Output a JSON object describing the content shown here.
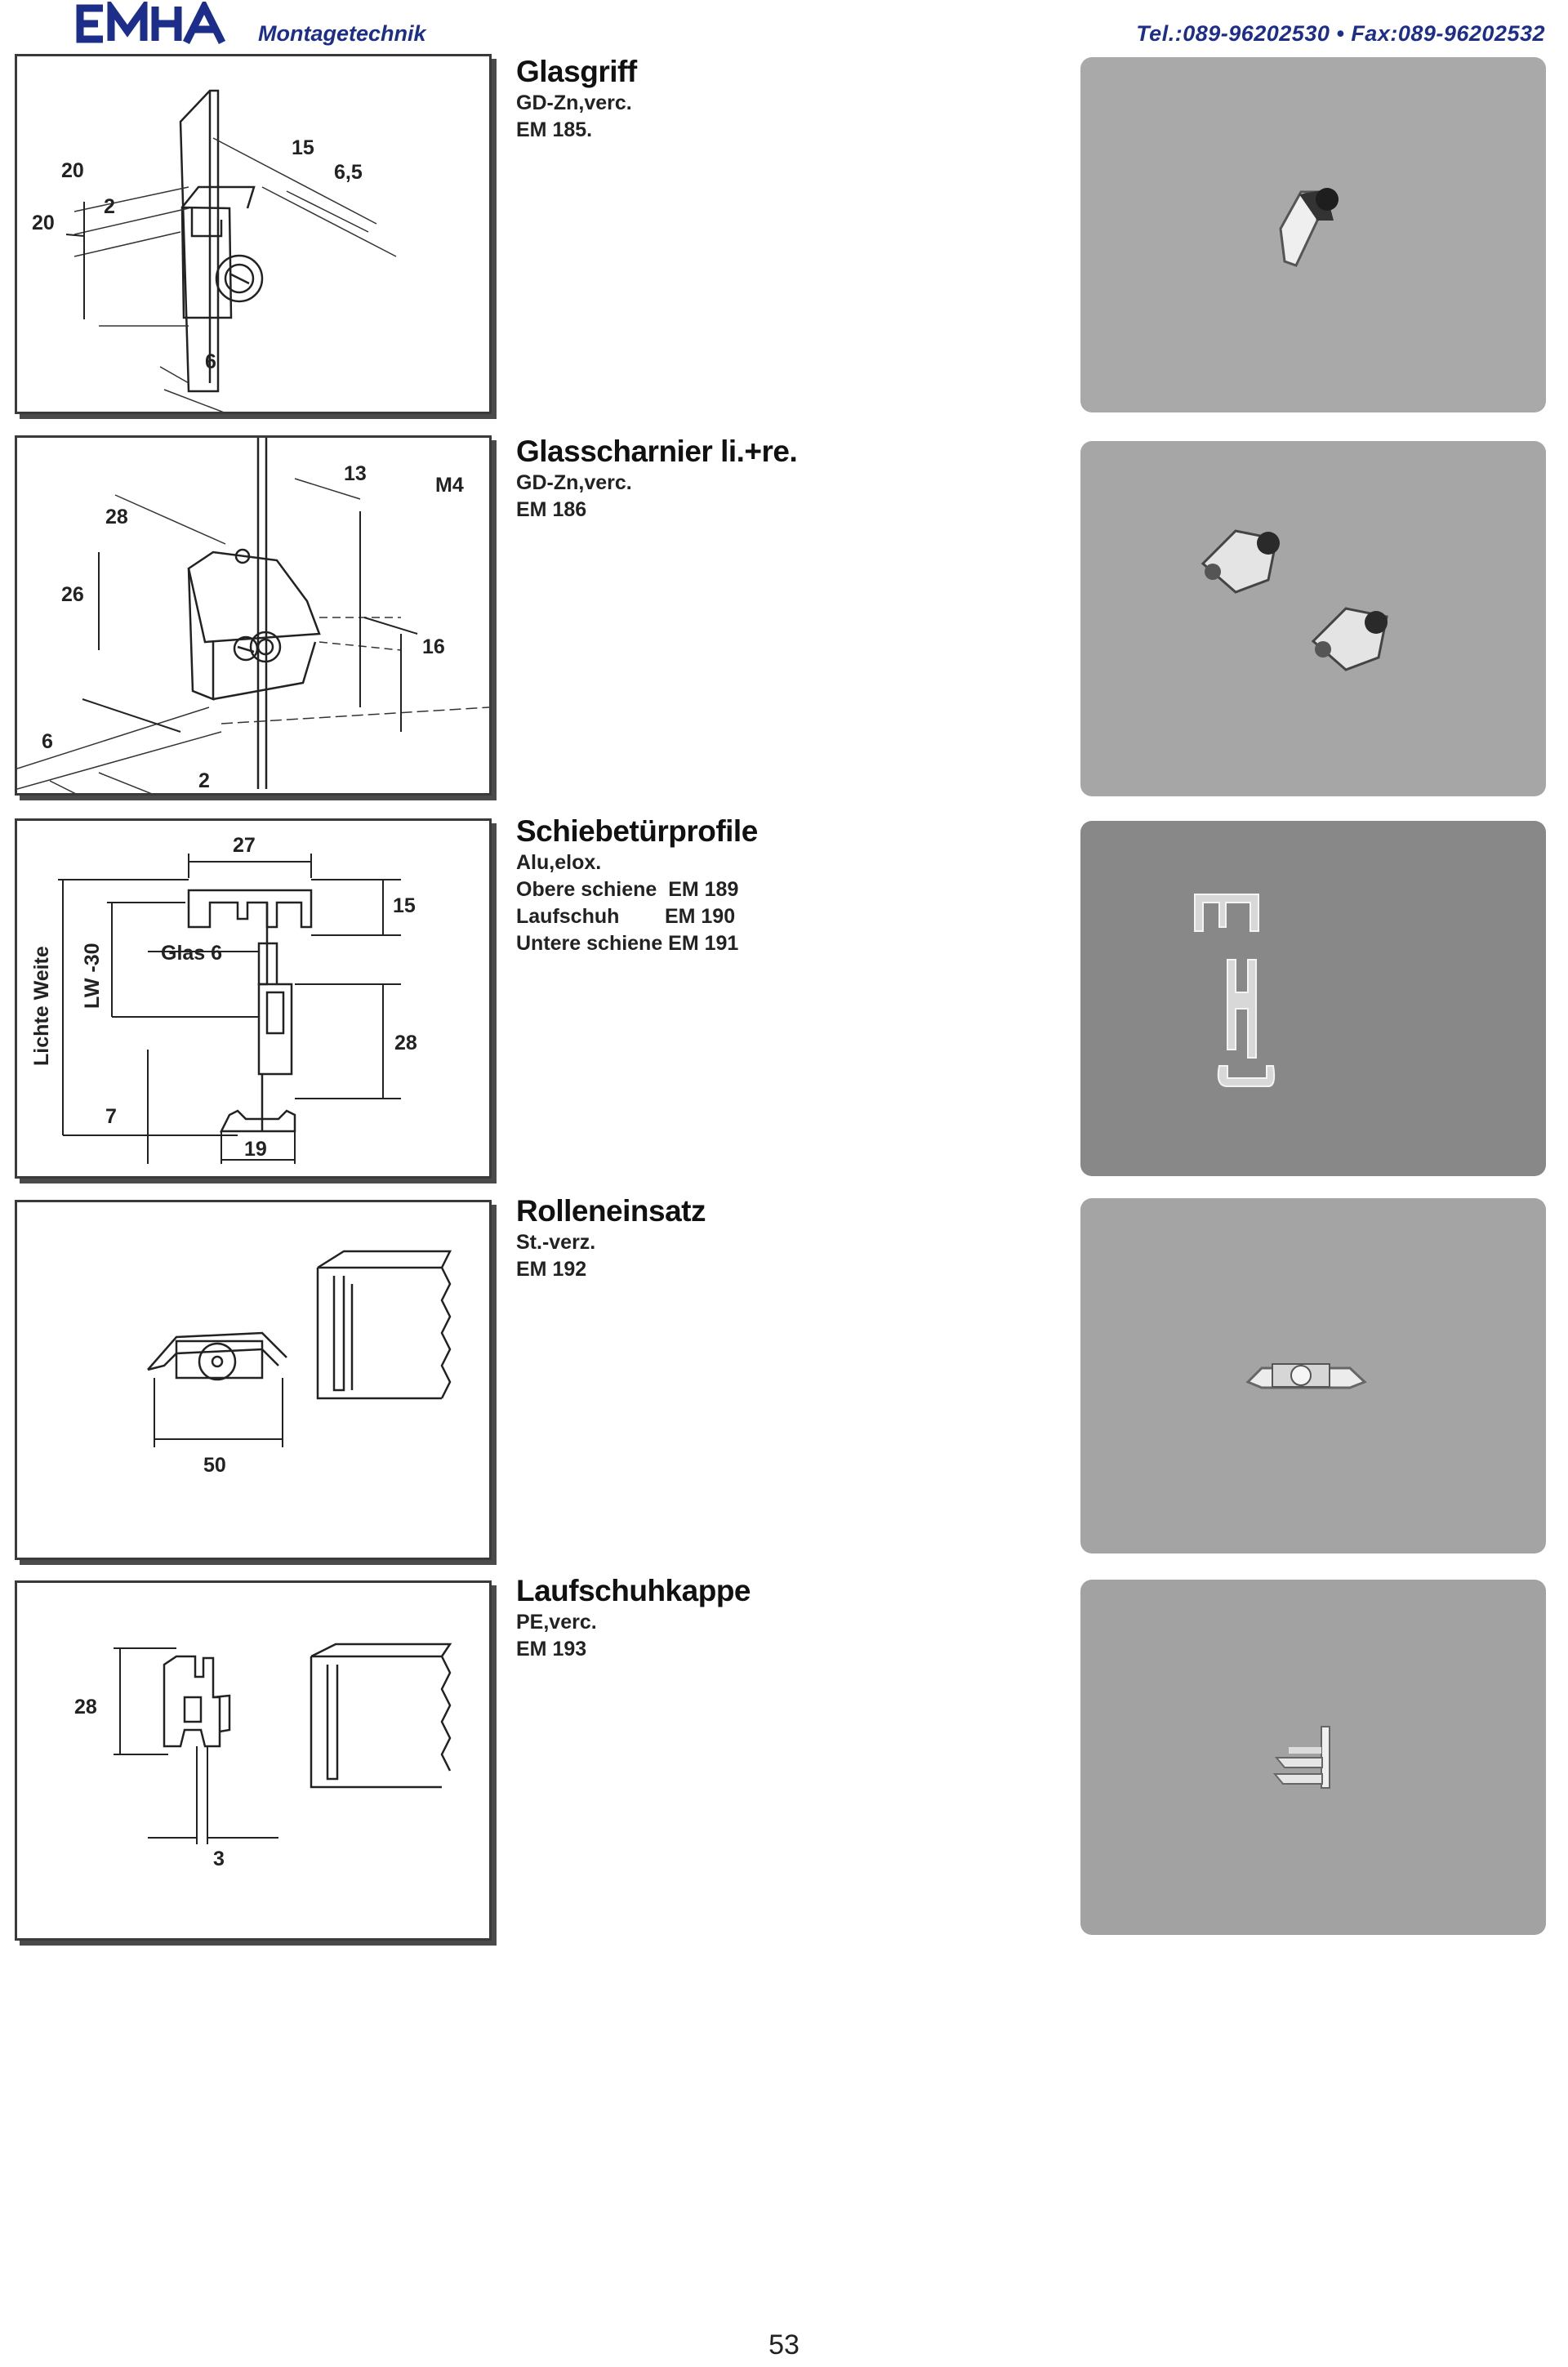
{
  "header": {
    "logo_text": "EMHA",
    "logo_caption": "Montagetechnik",
    "contact": "Tel.:089-96202530  •  Fax:089-96202532"
  },
  "products": [
    {
      "title": "Glasgriff",
      "lines": [
        "GD-Zn,verc.",
        "EM 185."
      ],
      "dims": [
        "20",
        "2",
        "20",
        "15",
        "6,5",
        "6"
      ]
    },
    {
      "title": "Glasscharnier li.+re.",
      "lines": [
        "GD-Zn,verc.",
        "EM 186"
      ],
      "dims": [
        "28",
        "26",
        "13",
        "M4",
        "16",
        "6",
        "2"
      ]
    },
    {
      "title": "Schiebetürprofile",
      "lines": [
        "Alu,elox.",
        "Obere schiene  EM 189",
        "Laufschuh        EM 190",
        "Untere schiene EM 191"
      ],
      "dims": [
        "27",
        "15",
        "Glas 6",
        "Lichte Weite",
        "LW -30",
        "28",
        "7",
        "19"
      ]
    },
    {
      "title": "Rolleneinsatz",
      "lines": [
        "St.-verz.",
        "EM 192"
      ],
      "dims": [
        "50"
      ]
    },
    {
      "title": "Laufschuhkappe",
      "lines": [
        "PE,verc.",
        "EM 193"
      ],
      "dims": [
        "28",
        "3"
      ]
    }
  ],
  "colors": {
    "brand": "#1c2e8a",
    "photo_light": "#a8a8a8",
    "photo_dark": "#858585"
  },
  "page_number": "53"
}
